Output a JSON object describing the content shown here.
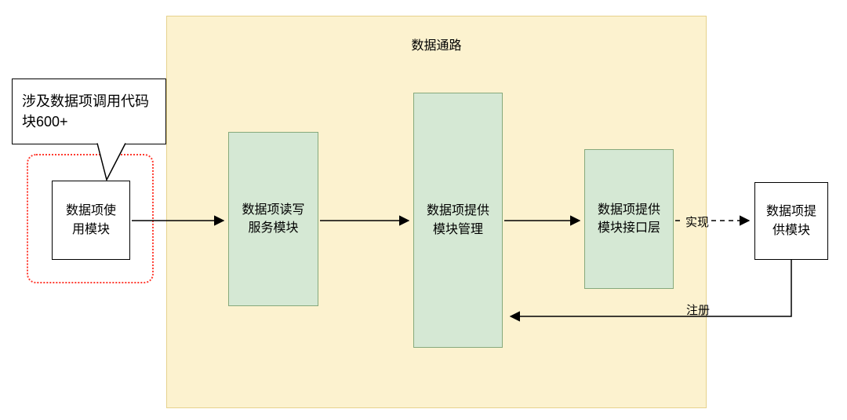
{
  "diagram": {
    "title": "数据通路",
    "callout": {
      "label": "涉及数据项调用代码\n块600+"
    },
    "nodes": {
      "usage": {
        "label": "数据项使\n用模块"
      },
      "read_write": {
        "label": "数据项读写\n服务模块"
      },
      "provider_mgmt": {
        "label": "数据项提供\n模块管理"
      },
      "provider_interface": {
        "label": "数据项提供\n模块接口层"
      },
      "provider": {
        "label": "数据项提\n供模块"
      }
    },
    "edges": {
      "implement": {
        "label": "实现",
        "style": "dashed"
      },
      "register": {
        "label": "注册",
        "style": "solid"
      }
    },
    "colors": {
      "container_fill": "#FCF2CF",
      "container_border": "#E6D28D",
      "module_fill": "#D5E8D4",
      "module_border": "#86A97C",
      "highlight_border": "#FF3B30",
      "box_border": "#000000",
      "arrow": "#000000"
    }
  }
}
